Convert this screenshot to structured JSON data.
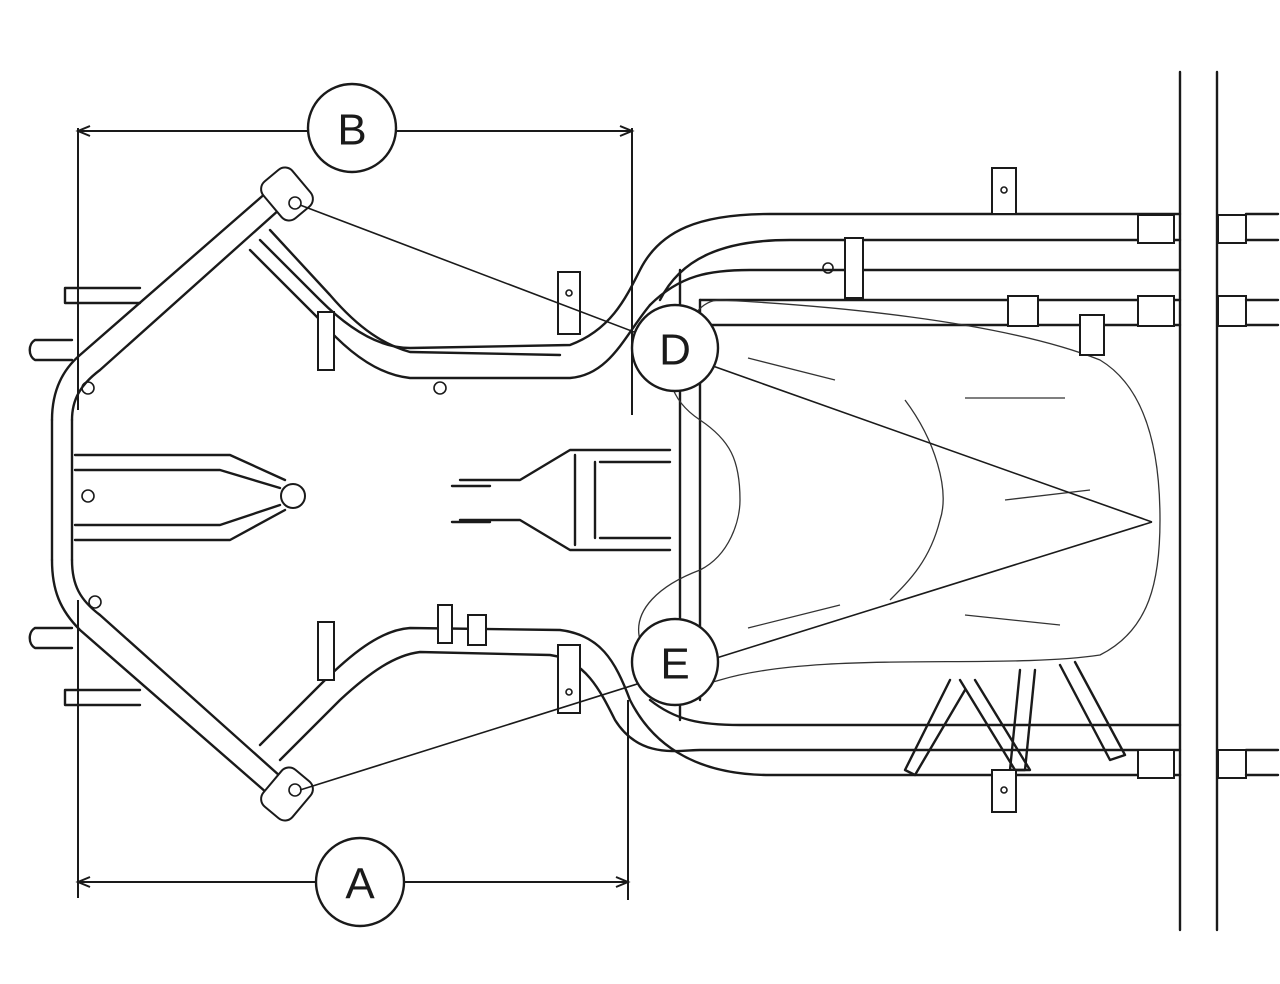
{
  "diagram": {
    "callouts": {
      "a": "A",
      "b": "B",
      "d": "D",
      "e": "E"
    },
    "colors": {
      "line": "#1a1a1a",
      "background": "#ffffff"
    }
  }
}
